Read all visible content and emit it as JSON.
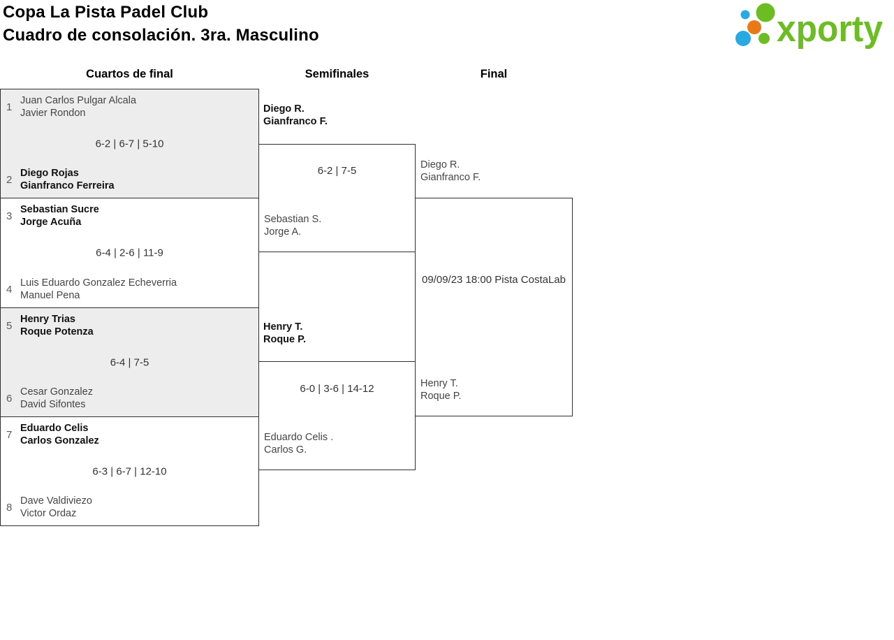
{
  "header": {
    "title_line1": "Copa La Pista Padel Club",
    "title_line2": "Cuadro de consolación. 3ra. Masculino"
  },
  "logo": {
    "text": "xporty",
    "colors": {
      "green": "#6bbd22",
      "blue": "#29a9e1",
      "orange": "#e87916"
    }
  },
  "rounds": [
    {
      "label": "Cuartos de final"
    },
    {
      "label": "Semifinales"
    },
    {
      "label": "Final"
    }
  ],
  "quarterfinals": [
    {
      "team1": {
        "seed": "1",
        "line1": "Juan Carlos Pulgar Alcala",
        "line2": "Javier Rondon",
        "winner": false
      },
      "score": "6-2 | 6-7 | 5-10",
      "team2": {
        "seed": "2",
        "line1": "Diego Rojas",
        "line2": "Gianfranco Ferreira",
        "winner": true
      }
    },
    {
      "team1": {
        "seed": "3",
        "line1": "Sebastian Sucre",
        "line2": "Jorge Acuña",
        "winner": true
      },
      "score": "6-4 | 2-6 | 11-9",
      "team2": {
        "seed": "4",
        "line1": "Luis Eduardo Gonzalez Echeverria",
        "line2": "Manuel Pena",
        "winner": false
      }
    },
    {
      "team1": {
        "seed": "5",
        "line1": "Henry Trias",
        "line2": "Roque Potenza",
        "winner": true
      },
      "score": "6-4 | 7-5",
      "team2": {
        "seed": "6",
        "line1": "Cesar Gonzalez",
        "line2": "David Sifontes",
        "winner": false
      }
    },
    {
      "team1": {
        "seed": "7",
        "line1": "Eduardo Celis",
        "line2": "Carlos Gonzalez",
        "winner": true
      },
      "score": "6-3 | 6-7 | 12-10",
      "team2": {
        "seed": "8",
        "line1": "Dave Valdiviezo",
        "line2": "Victor Ordaz",
        "winner": false
      }
    }
  ],
  "semifinals": [
    {
      "team1": {
        "line1": "Diego R.",
        "line2": "Gianfranco F.",
        "winner": true
      },
      "score": "6-2 | 7-5",
      "team2": {
        "line1": "Sebastian S.",
        "line2": "Jorge A.",
        "winner": false
      }
    },
    {
      "team1": {
        "line1": "Henry T.",
        "line2": "Roque P.",
        "winner": true
      },
      "score": "6-0 | 3-6 | 14-12",
      "team2": {
        "line1": "Eduardo Celis .",
        "line2": "Carlos G.",
        "winner": false
      }
    }
  ],
  "final": {
    "team1": {
      "line1": "Diego R.",
      "line2": "Gianfranco F."
    },
    "schedule": "09/09/23 18:00 Pista CostaLab",
    "team2": {
      "line1": "Henry T.",
      "line2": "Roque P."
    }
  }
}
